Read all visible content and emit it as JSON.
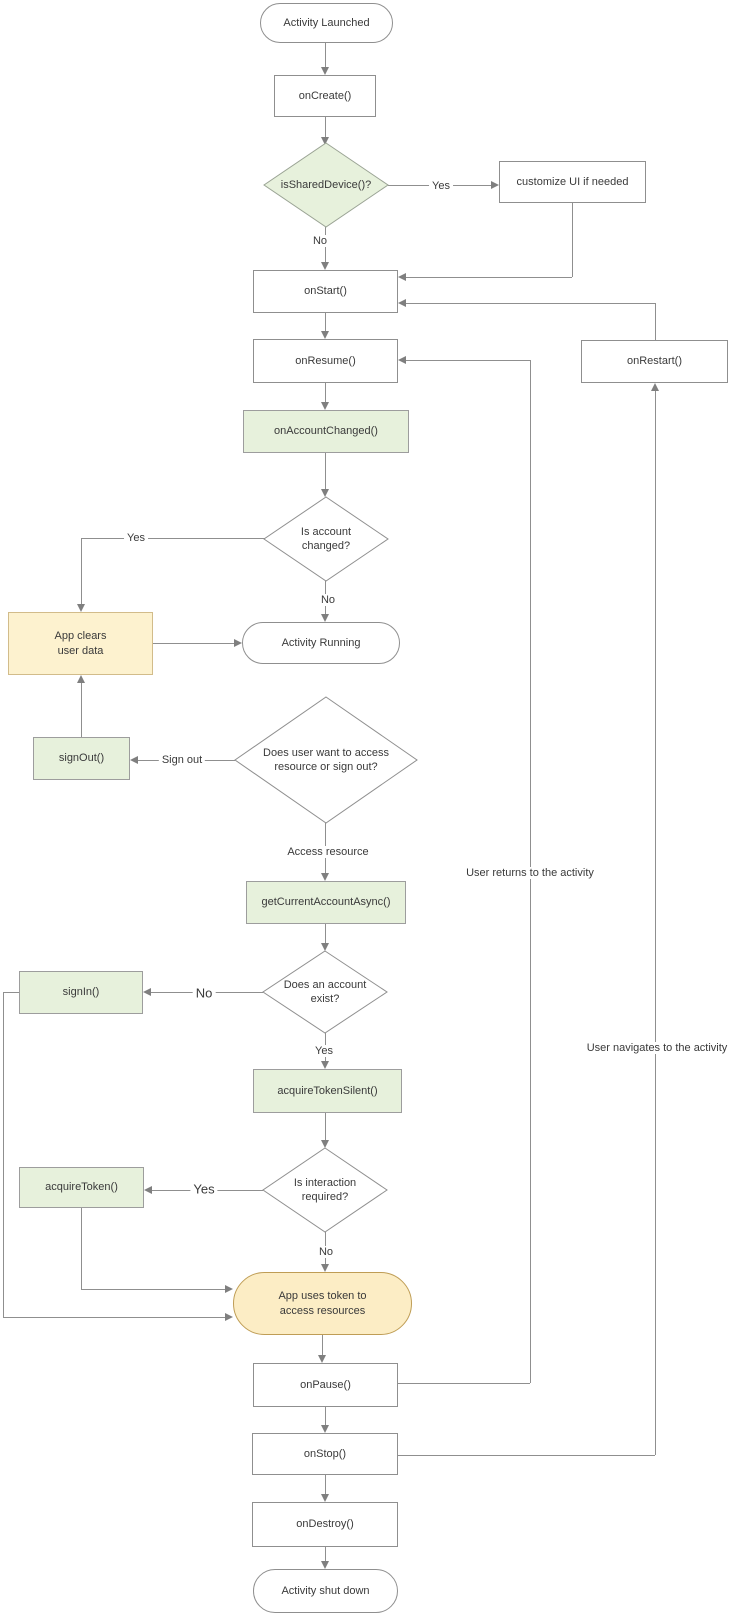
{
  "nodes": {
    "activity_launched": "Activity Launched",
    "on_create": "onCreate()",
    "is_shared_device": "isSharedDevice()?",
    "customize_ui": "customize UI if needed",
    "on_start": "onStart()",
    "on_resume": "onResume()",
    "on_restart": "onRestart()",
    "on_account_changed": "onAccountChanged()",
    "is_account_changed": "Is account changed?",
    "app_clears_user_data": "App clears user data",
    "activity_running": "Activity Running",
    "does_user_want": "Does user want to access resource or sign out?",
    "sign_out_fn": "signOut()",
    "get_current_account_async": "getCurrentAccountAsync()",
    "does_account_exist": "Does an account exist?",
    "sign_in_fn": "signIn()",
    "acquire_token_silent": "acquireTokenSilent()",
    "is_interaction_required": "Is interaction required?",
    "acquire_token": "acquireToken()",
    "app_uses_token": "App uses token to access resources",
    "on_pause": "onPause()",
    "on_stop": "onStop()",
    "on_destroy": "onDestroy()",
    "activity_shut_down": "Activity shut down"
  },
  "labels": {
    "shared_yes": "Yes",
    "shared_no": "No",
    "account_changed_yes": "Yes",
    "account_changed_no": "No",
    "sign_out": "Sign out",
    "access_resource": "Access resource",
    "account_exist_no": "No",
    "account_exist_yes": "Yes",
    "interaction_yes": "Yes",
    "interaction_no": "No",
    "user_returns": "User returns to the activity",
    "user_navigates": "User navigates to the activity"
  },
  "colors": {
    "green_fill": "#e7f1dc",
    "yellow_fill": "#fdf2cf",
    "yellow_deep_fill": "#fcedc5",
    "line": "#8f8f8f"
  }
}
